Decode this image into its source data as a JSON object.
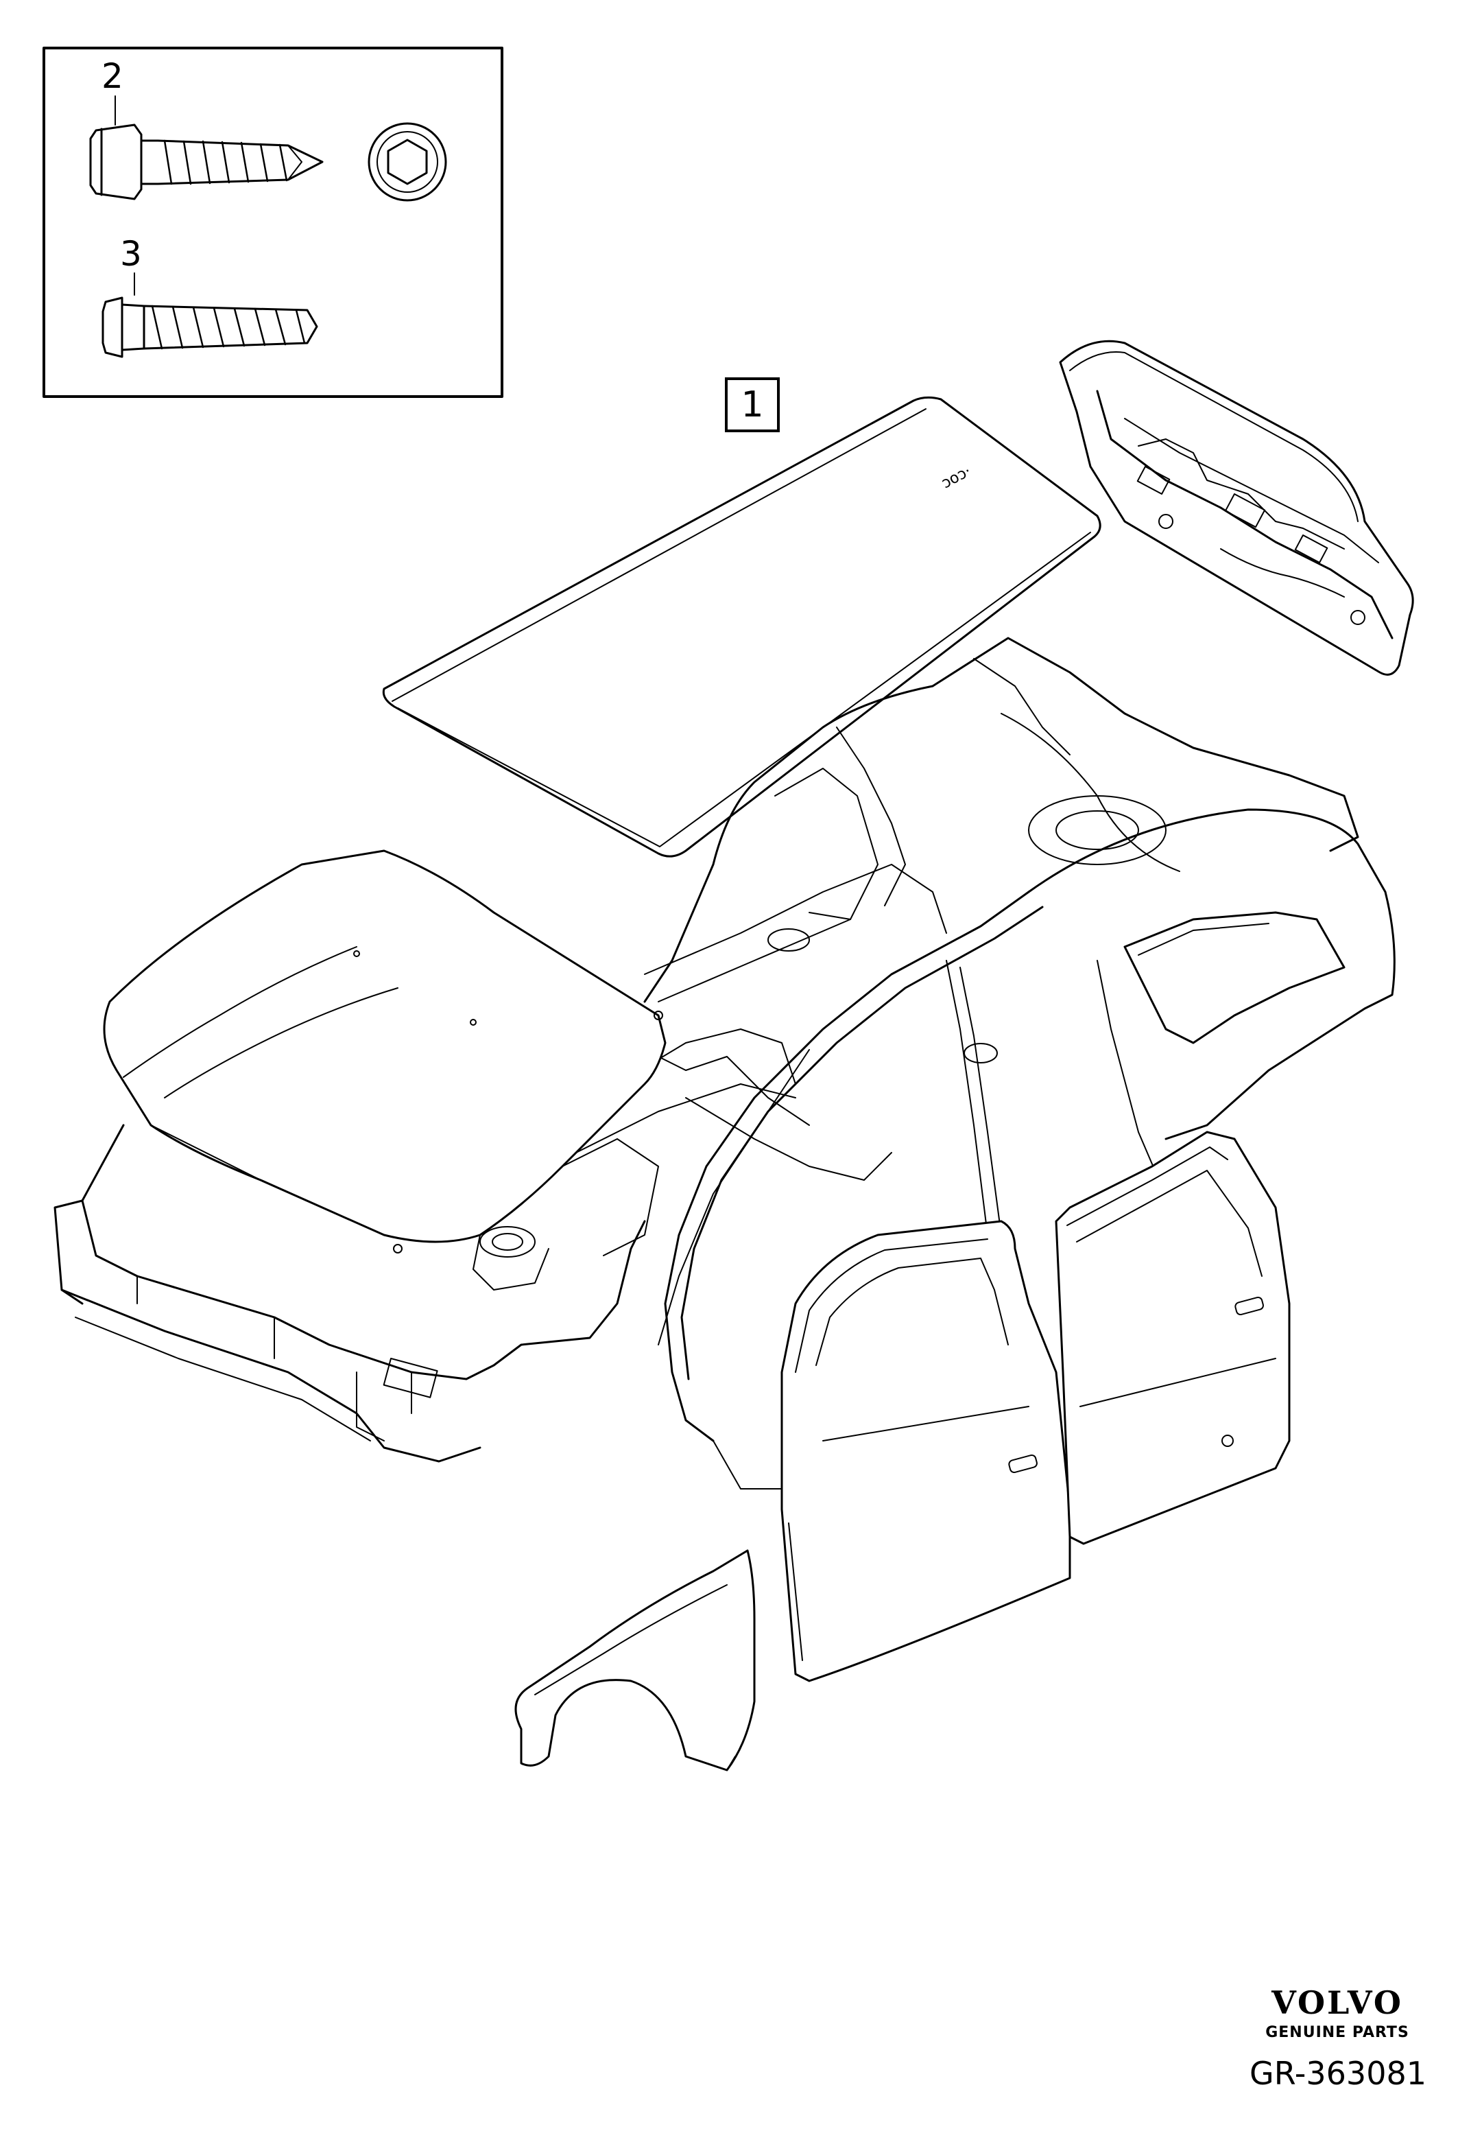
{
  "callouts": {
    "fastener_1": "2",
    "fastener_2": "3",
    "assembly": "1"
  },
  "brand": {
    "logo": "VOLVO",
    "tagline": "GENUINE PARTS"
  },
  "diagram_code": "GR-363081",
  "colors": {
    "line": "#000000",
    "background": "#ffffff"
  }
}
